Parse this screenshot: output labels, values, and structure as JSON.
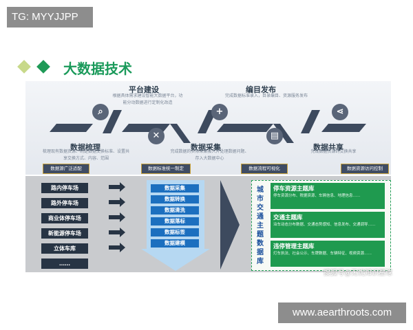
{
  "watermark_top_left": "TG: MYYJJPP",
  "watermark_bottom_right": "www.aearthroots.com",
  "header": {
    "title": "大数据技术",
    "colors": {
      "light_diamond": "#c8d98a",
      "dark_diamond": "#1f9a57"
    }
  },
  "pipeline": {
    "top_items": [
      {
        "title": "平台建设",
        "desc": "根据具体需求建设智能大数据平台，功能分动数据进行定制化改造"
      },
      {
        "title": "编目发布",
        "desc": "完成数据标准录入，目录编目、资源服务发布"
      }
    ],
    "bottom_items": [
      {
        "title": "数据梳理",
        "desc": "梳理现有数据资源、制定数据交换标准、设置共享交换方式、内容、范围",
        "icon": "search-icon",
        "glyph": "⌕"
      },
      {
        "title": "数据采集",
        "desc": "完成数据的实际采集接入并处理数据问题、存入大数据中心",
        "icon": "tools-icon",
        "glyph": "✕"
      },
      {
        "title": "数据共享",
        "desc": "完成数据资源的交换共享",
        "icon": "share-icon",
        "glyph": "⋖"
      }
    ],
    "mid_icons": [
      {
        "icon": "plus-icon",
        "glyph": "+"
      },
      {
        "icon": "document-icon",
        "glyph": "▤"
      }
    ],
    "tags": [
      "数据源广泛适配",
      "数据标准统一制定",
      "数据流程可视化",
      "数据资源访问控制"
    ]
  },
  "sources": [
    "路内停车场",
    "路外停车场",
    "商业体停车场",
    "新能源停车场",
    "立体车库",
    "……"
  ],
  "process_steps": [
    "数据采集",
    "数据转换",
    "数据清洗",
    "数据落标",
    "数据标签",
    "数据建模"
  ],
  "database": {
    "title": "城市交通主题数据库",
    "subjects": [
      {
        "title": "停车资源主题库",
        "desc": "停车资源分布、税据资源、车辆信息、地理信息……"
      },
      {
        "title": "交通主题库",
        "desc": "泊车动态分布数据、交通态势感知、信息发布、交通调导……"
      },
      {
        "title": "违停管理主题库",
        "desc": "灯车执法、社会公示、车牌数据、车辆特征、视频资源……"
      }
    ]
  },
  "source_watermark": "搜狐号@无忧知识星球"
}
